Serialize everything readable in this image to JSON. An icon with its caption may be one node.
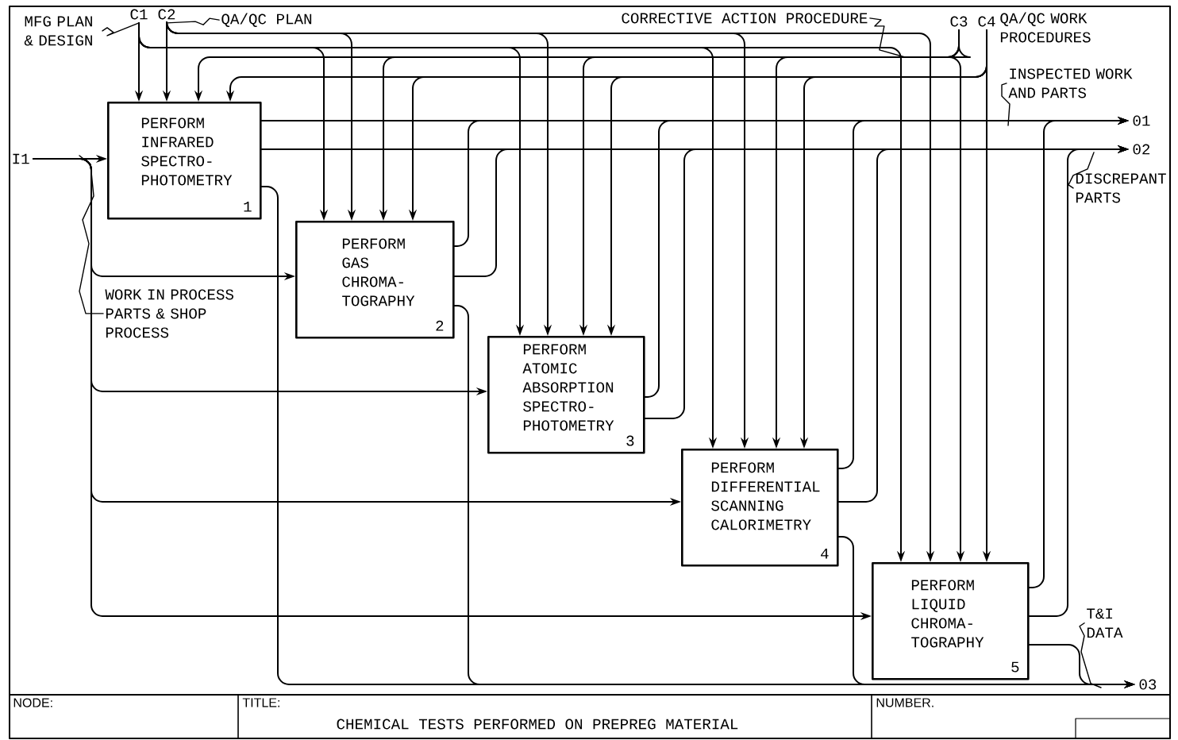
{
  "diagram": {
    "title": "CHEMICAL TESTS PERFORMED ON PREPREG MATERIAL",
    "nodes": [
      {
        "text": [
          "PERFORM INFRARED SPECTRO- PHOTOMETRY",
          "1"
        ]
      },
      {
        "text": [
          "PERFORM GAS CHROMA- TOGRAPHY",
          "2"
        ]
      },
      {
        "text": [
          "PERFORM ATOMIC ABSORPTION SPECTRO- PHOTOMETRY",
          "3"
        ]
      },
      {
        "text": [
          "PERFORM DIFFERENTIAL SCANNING CALORIMETRY",
          "4"
        ]
      },
      {
        "text": [
          "PERFORM LIQUID CHROMA- TOGRAPHY",
          "5"
        ]
      },
      {
        "text": [
          "C1"
        ]
      },
      {
        "text": [
          "C2"
        ]
      },
      {
        "text": [
          "C3"
        ]
      },
      {
        "text": [
          "C4"
        ],
        "beside": [
          "QA/QC WORK PROCEDURES"
        ]
      },
      {
        "text": [
          "I1"
        ]
      },
      {
        "text": [
          "01"
        ]
      },
      {
        "text": [
          "02"
        ]
      },
      {
        "text": [
          "03"
        ]
      },
      {
        "text": [
          "MFG PLAN & DESIGN"
        ]
      },
      {
        "text": [
          "QA/QC PLAN"
        ]
      },
      {
        "text": [
          "CORRECTIVE ACTION PROCEDURE"
        ]
      },
      {
        "text": [
          "WORK IN PROCESS PARTS & SHOP PROCESS"
        ]
      },
      {
        "text": [
          "INSPECTED WORK AND PARTS"
        ]
      },
      {
        "text": [
          "DISCREPANT PARTS"
        ]
      },
      {
        "text": [
          "T&I DATA"
        ]
      }
    ],
    "edges": [
      {
        "from": 5,
        "to": 0,
        "arrow": "to"
      },
      {
        "from": 6,
        "to": 0,
        "arrow": "to"
      },
      {
        "from": 7,
        "to": 0,
        "arrow": "to"
      },
      {
        "from": 8,
        "to": 0,
        "arrow": "to"
      },
      {
        "from": 5,
        "to": 1,
        "arrow": "to"
      },
      {
        "from": 6,
        "to": 1,
        "arrow": "to"
      },
      {
        "from": 7,
        "to": 1,
        "arrow": "to"
      },
      {
        "from": 8,
        "to": 1,
        "arrow": "to"
      },
      {
        "from": 5,
        "to": 2,
        "arrow": "to"
      },
      {
        "from": 6,
        "to": 2,
        "arrow": "to"
      },
      {
        "from": 7,
        "to": 2,
        "arrow": "to"
      },
      {
        "from": 8,
        "to": 2,
        "arrow": "to"
      },
      {
        "from": 5,
        "to": 3,
        "arrow": "to"
      },
      {
        "from": 6,
        "to": 3,
        "arrow": "to"
      },
      {
        "from": 7,
        "to": 3,
        "arrow": "to"
      },
      {
        "from": 8,
        "to": 3,
        "arrow": "to"
      },
      {
        "from": 5,
        "to": 4,
        "arrow": "to"
      },
      {
        "from": 6,
        "to": 4,
        "arrow": "to"
      },
      {
        "from": 7,
        "to": 4,
        "arrow": "to"
      },
      {
        "from": 8,
        "to": 4,
        "arrow": "to"
      },
      {
        "from": 9,
        "to": 0,
        "arrow": "to"
      },
      {
        "from": 9,
        "to": 1,
        "arrow": "to"
      },
      {
        "from": 9,
        "to": 2,
        "arrow": "to"
      },
      {
        "from": 9,
        "to": 3,
        "arrow": "to"
      },
      {
        "from": 9,
        "to": 4,
        "arrow": "to"
      },
      {
        "from": 0,
        "to": 10,
        "arrow": "to"
      },
      {
        "from": 0,
        "to": 11,
        "arrow": "to"
      },
      {
        "from": 0,
        "to": 12,
        "arrow": "to"
      },
      {
        "from": 1,
        "to": 10,
        "arrow": "to"
      },
      {
        "from": 1,
        "to": 11,
        "arrow": "to"
      },
      {
        "from": 1,
        "to": 12,
        "arrow": "to"
      },
      {
        "from": 2,
        "to": 10,
        "arrow": "to"
      },
      {
        "from": 2,
        "to": 11,
        "arrow": "to"
      },
      {
        "from": 3,
        "to": 10,
        "arrow": "to"
      },
      {
        "from": 3,
        "to": 11,
        "arrow": "to"
      },
      {
        "from": 3,
        "to": 12,
        "arrow": "to"
      },
      {
        "from": 4,
        "to": 10,
        "arrow": "to"
      },
      {
        "from": 4,
        "to": 11,
        "arrow": "to"
      },
      {
        "from": 4,
        "to": 12,
        "arrow": "to"
      },
      {
        "from": 13,
        "to": 5,
        "arrow": "none"
      },
      {
        "from": 14,
        "to": 6,
        "arrow": "none"
      },
      {
        "from": 15,
        "to": null,
        "arrow": "none"
      },
      {
        "from": 16,
        "to": null,
        "arrow": "none"
      },
      {
        "from": 17,
        "to": null,
        "arrow": "none"
      },
      {
        "from": 18,
        "to": null,
        "arrow": "none"
      },
      {
        "from": 19,
        "to": null,
        "arrow": "none"
      }
    ],
    "labels": [
      "NODE:",
      "TITLE:",
      "NUMBER."
    ]
  }
}
